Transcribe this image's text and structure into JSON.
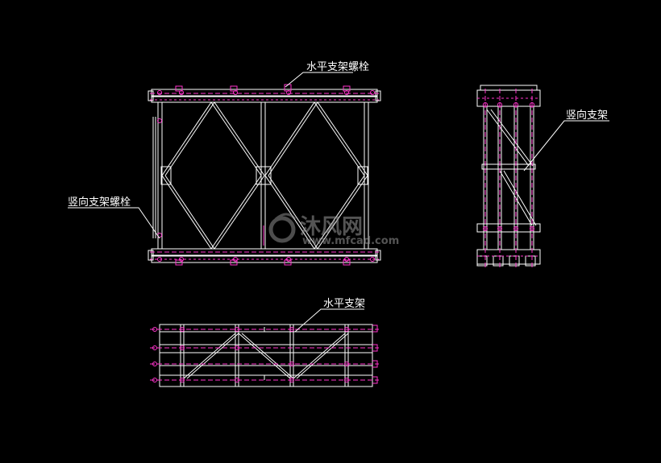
{
  "labels": {
    "horizontal_brace_bolt": "水平支架螺栓",
    "vertical_brace": "竖向支架",
    "vertical_brace_bolt": "竖向支架螺栓",
    "horizontal_brace": "水平支架"
  },
  "watermark": {
    "name": "沐风网",
    "url": "www.mfcad.com"
  },
  "colors": {
    "background": "#000000",
    "structure": "#ffffff",
    "dimension": "#ff33cc",
    "leader": "#ffffff"
  }
}
